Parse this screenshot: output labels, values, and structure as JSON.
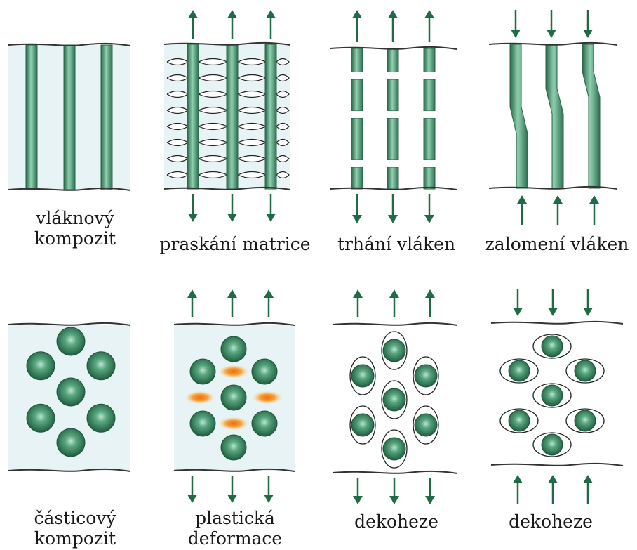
{
  "labels": {
    "fiber_composite": [
      "vláknový",
      "kompozit"
    ],
    "matrix_cracking": "praskání matrice",
    "fiber_breaking": "trhání vláken",
    "fiber_kinking": "zalomení vláken",
    "particle_composite": [
      "částicový",
      "kompozit"
    ],
    "plastic_deformation": [
      "plastická",
      "deformace"
    ],
    "debonding_tension": "dekoheze",
    "debonding_compression": "dekoheze"
  },
  "colors": {
    "matrix": "#e8f3f6",
    "fiber": "#3f8a66",
    "fiber_dark": "#2a6648",
    "fiber_light": "#8ed0b0",
    "particle": "#2f7a55",
    "arrow": "#1e6b45",
    "boundary": "#333333",
    "plastic_zone": "#f07a1a"
  },
  "load_directions": {
    "matrix_cracking": "tension",
    "fiber_breaking": "tension",
    "fiber_kinking": "compression",
    "plastic_deformation": "tension",
    "debonding_tension": "tension",
    "debonding_compression": "compression"
  },
  "icons": [
    "arrow-up-icon",
    "arrow-down-icon"
  ]
}
